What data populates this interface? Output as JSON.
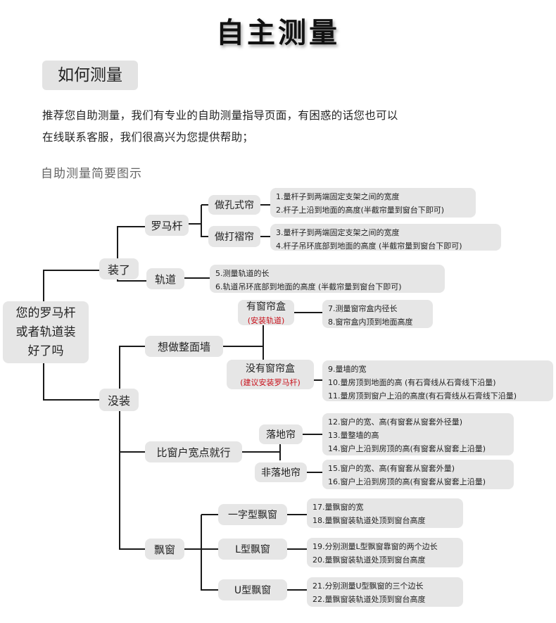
{
  "title": "自主测量",
  "section_label": "如何测量",
  "intro_lines": [
    "推荐您自助测量，我们有专业的自助测量指导页面，有困惑的话您也可以",
    "在线联系客服，我们很高兴为您提供帮助；"
  ],
  "diagram_heading": "自助测量简要图示",
  "root": {
    "lines": [
      "您的罗马杆",
      "或者轨道装",
      "好了吗"
    ]
  },
  "installed": {
    "label": "装了",
    "rod": {
      "label": "罗马杆",
      "eyelet": {
        "label": "做孔式帘",
        "notes": [
          "1.量杆子到两端固定支架之间的宽度",
          "2.杆子上沿到地面的高度(半截帘量到窗台下即可)"
        ]
      },
      "pleat": {
        "label": "做打褶帘",
        "notes": [
          "3.量杆子到两端固定支架之间的宽度",
          "4.杆子吊环底部到地面的高度 (半截帘量到窗台下即可)"
        ]
      }
    },
    "track": {
      "label": "轨道",
      "notes": [
        "5.测量轨道的长",
        "6.轨道吊环底部到地面的高度 (半截帘量到窗台下即可)"
      ]
    }
  },
  "not_installed": {
    "label": "没装",
    "whole_wall": {
      "label": "想做整面墙",
      "with_box": {
        "label": "有窗帘盒",
        "tag": "(安装轨道)",
        "notes": [
          "7.测量窗帘盒内径长",
          "8.窗帘盒内顶到地面高度"
        ]
      },
      "without_box": {
        "label": "没有窗帘盒",
        "tag": "(建议安装罗马杆)",
        "notes": [
          "9.量墙的宽",
          "10.量房顶到地面的高 (有石膏线从石膏线下沿量)",
          "11.量房顶到窗户上沿的高度(有石膏线从石膏线下沿量)"
        ]
      }
    },
    "wider": {
      "label": "比窗户宽点就行",
      "floor": {
        "label": "落地帘",
        "notes": [
          "12.窗户的宽、高(有窗套从窗套外径量)",
          "13.量整墙的高",
          "14.窗户上沿到房顶的高(有窗套从窗套上沿量)"
        ]
      },
      "non_floor": {
        "label": "非落地帘",
        "notes": [
          "15.窗户的宽、高(有窗套从窗套外量)",
          "16.窗户上沿到房顶的高(有窗套从窗套上沿量)"
        ]
      }
    },
    "bay": {
      "label": "飘窗",
      "straight": {
        "label": "一字型飘窗",
        "notes": [
          "17.量飘窗的宽",
          "18.量飘窗装轨道处顶到窗台高度"
        ]
      },
      "l_shape": {
        "label": "L型飘窗",
        "notes": [
          "19.分别测量L型飘窗靠窗的两个边长",
          "20.量飘窗装轨道处顶到窗台高度"
        ]
      },
      "u_shape": {
        "label": "U型飘窗",
        "notes": [
          "21.分别测量U型飘窗的三个边长",
          "22.量飘窗装轨道处顶到窗台高度"
        ]
      }
    }
  }
}
